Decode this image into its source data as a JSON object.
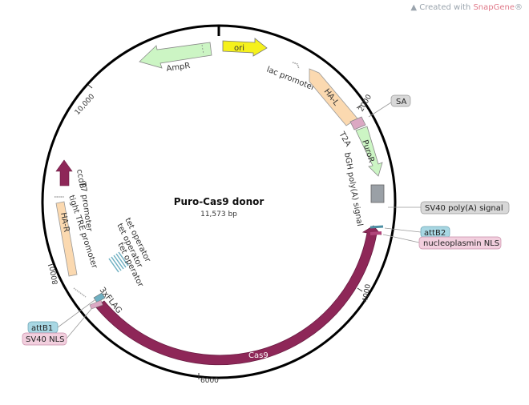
{
  "brand": {
    "prefix": "Created with",
    "name": "SnapGene",
    "mark": "®"
  },
  "plasmid": {
    "name": "Puro-Cas9 donor",
    "length": "11,573 bp"
  },
  "ticks": [
    "2000",
    "4000",
    "6000",
    "8000",
    "10,000"
  ],
  "features": {
    "ori": "ori",
    "ampr": "AmpR",
    "lac": "lac promoter",
    "hal": "HA-L",
    "t2a": "T2A",
    "puror": "PuroR",
    "bgh": "bGH poly(A) signal",
    "cas9": "Cas9",
    "flag": "3xFLAG",
    "tight": "tight TRE promoter",
    "har": "HA-R",
    "t7": "T7 promoter",
    "ccdb": "ccdB",
    "tet1": "tet operator",
    "tet2": "tet operator",
    "tet3": "tet operator"
  },
  "boxes": {
    "sa": "SA",
    "sv40pa": "SV40 poly(A) signal",
    "attb2": "attB2",
    "nls_np": "nucleoplasmin NLS",
    "attb1": "attB1",
    "sv40nls": "SV40 NLS"
  },
  "colors": {
    "backbone": "#000000",
    "ori": "#f5f11c",
    "green": "#ccf5c4",
    "peach": "#fbd9b0",
    "cas9": "#8e2758",
    "sv40pa": "#9aa0a6",
    "teal": "#6fb0c2",
    "pink": "#dba8c3",
    "gray_box": "#d8d8d8",
    "attb_box": "#a8d7e3",
    "nls_box": "#f2cfde"
  }
}
